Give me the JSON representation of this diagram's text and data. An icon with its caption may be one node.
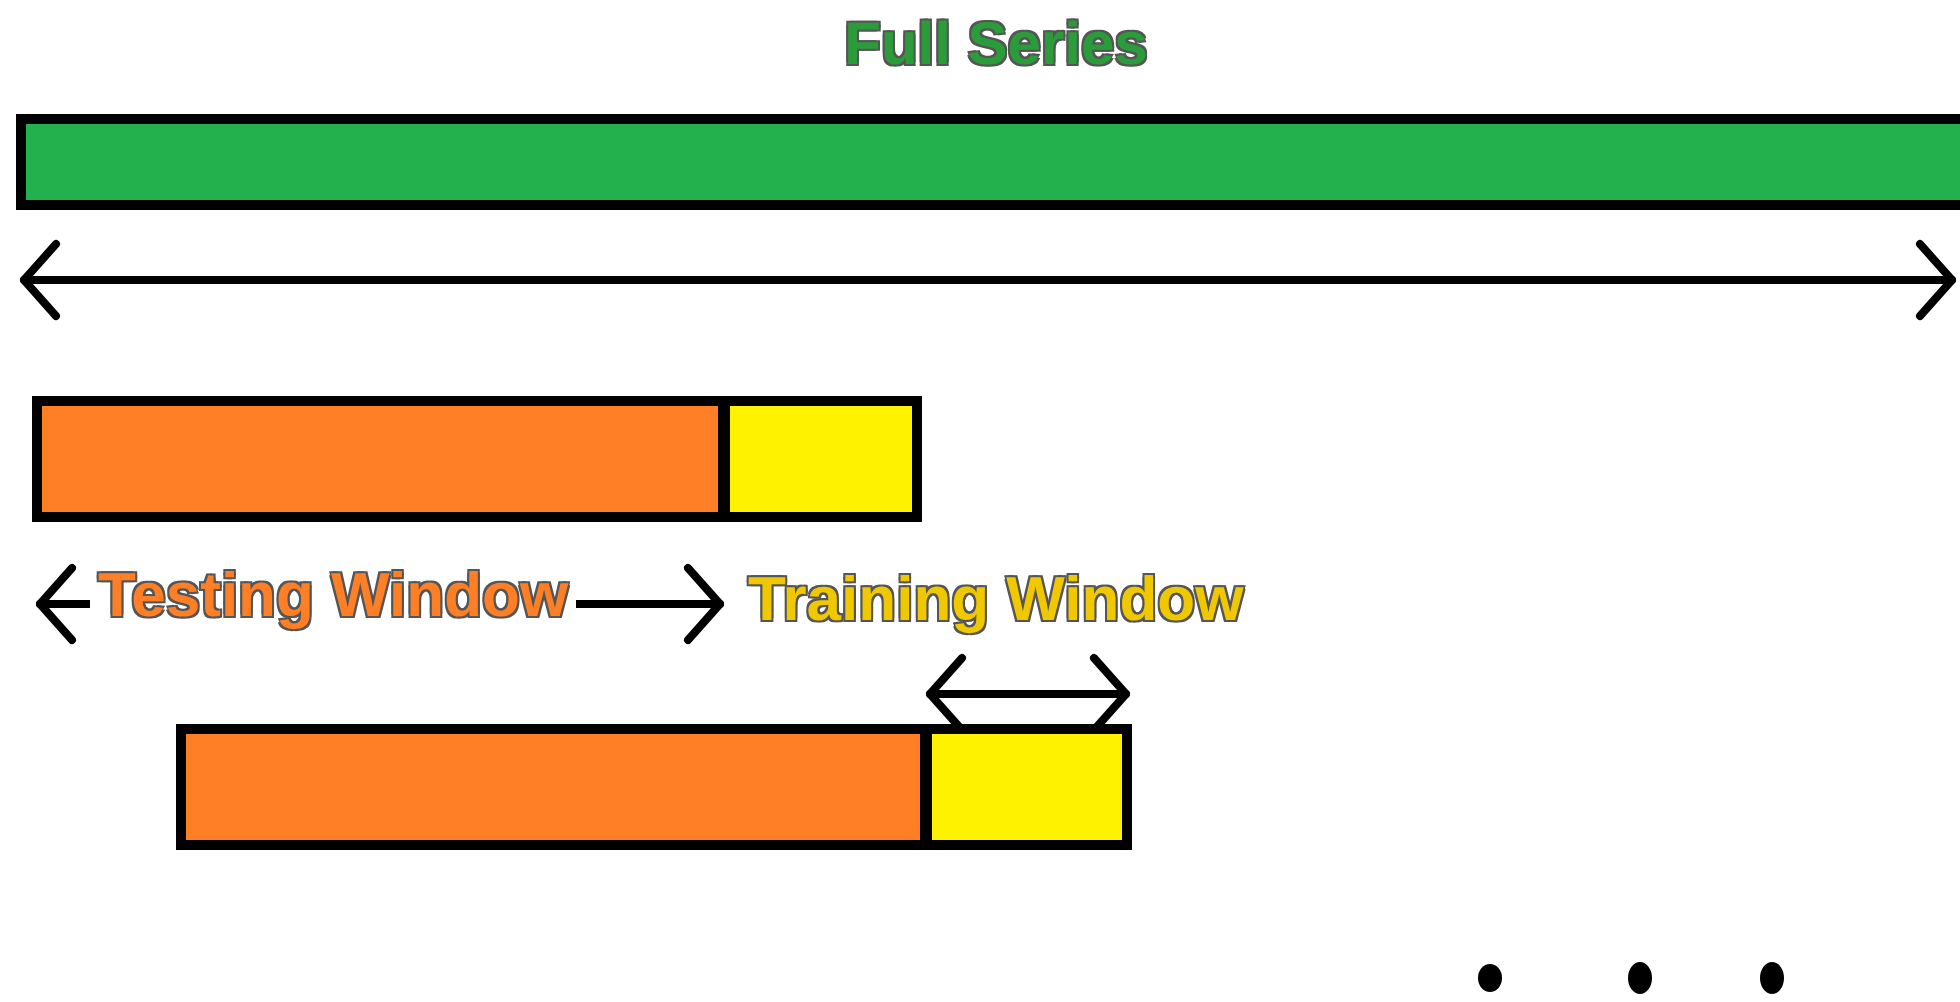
{
  "diagram": {
    "nodes": [
      {
        "text": [
          "Full Series"
        ]
      },
      {
        "text": [],
        "shape": "bar",
        "beside": [
          "Testing Window"
        ]
      },
      {
        "text": [],
        "shape": "bar",
        "beside": [
          "Training Window"
        ]
      },
      {
        "text": [],
        "shape": "bar"
      },
      {
        "text": [],
        "shape": "bar"
      }
    ],
    "edges": []
  }
}
